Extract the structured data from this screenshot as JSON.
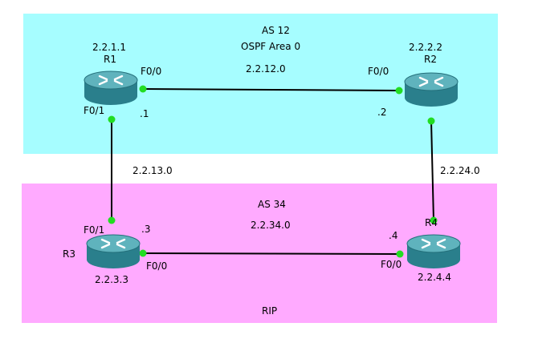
{
  "areas": {
    "top": {
      "title": "AS 12",
      "subtitle": "OSPF Area 0",
      "color": "#a6fdff"
    },
    "bottom": {
      "title": "AS 34",
      "subtitle": "RIP",
      "color": "#ffaaff"
    }
  },
  "routers": {
    "r1": {
      "name": "R1",
      "id": "2.2.1.1"
    },
    "r2": {
      "name": "R2",
      "id": "2.2.2.2"
    },
    "r3": {
      "name": "R3",
      "id": "2.2.3.3"
    },
    "r4": {
      "name": "R4",
      "id": "2.2.4.4"
    }
  },
  "links": {
    "r1_r2": {
      "network": "2.2.12.0",
      "r1_if": "F0/0",
      "r1_host": ".1",
      "r2_if": "F0/0",
      "r2_host": ".2"
    },
    "r1_r3": {
      "network": "2.2.13.0",
      "r1_if": "F0/1",
      "r3_if": "F0/1",
      "r3_host": ".3"
    },
    "r2_r4": {
      "network": "2.2.24.0"
    },
    "r3_r4": {
      "network": "2.2.34.0",
      "r3_if": "F0/0",
      "r4_if": "F0/0",
      "r4_host": ".4"
    }
  },
  "colors": {
    "link": "#000000",
    "endpoint": "#22dd22",
    "router": "#2f8a97"
  }
}
